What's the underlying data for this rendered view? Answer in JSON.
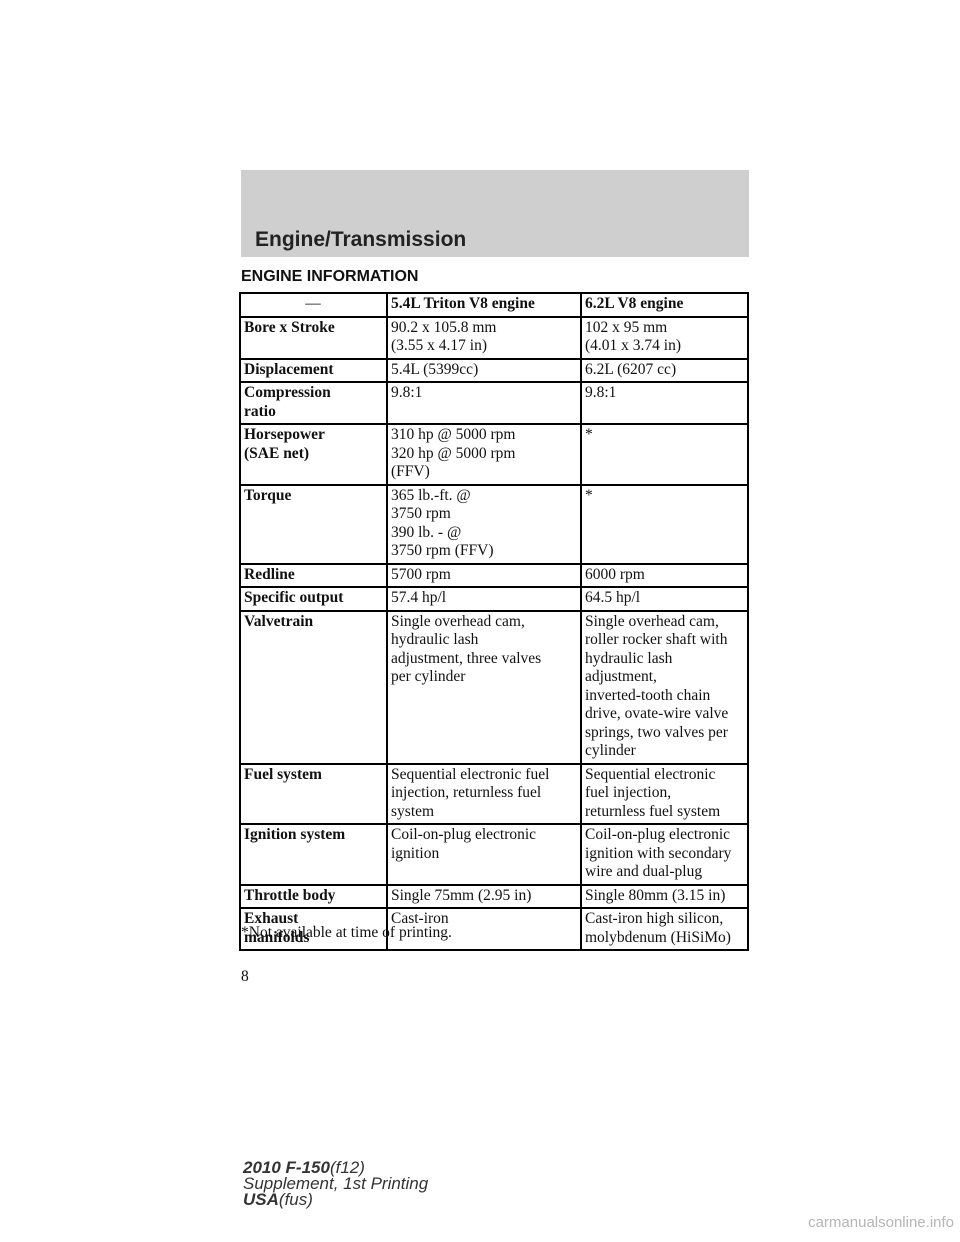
{
  "header": {
    "title": "Engine/Transmission"
  },
  "section_title": "ENGINE INFORMATION",
  "table": {
    "columns": [
      "—",
      "5.4L Triton V8 engine",
      "6.2L V8 engine"
    ],
    "rows": [
      {
        "label": "Bore x Stroke",
        "v1": "90.2 x 105.8 mm\n(3.55 x 4.17 in)",
        "v2": "102 x 95 mm\n(4.01 x 3.74 in)"
      },
      {
        "label": "Displacement",
        "v1": "5.4L (5399cc)",
        "v2": "6.2L (6207 cc)"
      },
      {
        "label": "Compression\nratio",
        "v1": "9.8:1",
        "v2": "9.8:1"
      },
      {
        "label": "Horsepower\n(SAE net)",
        "v1": "310 hp @ 5000 rpm\n320 hp @ 5000 rpm\n(FFV)",
        "v2": "*"
      },
      {
        "label": "Torque",
        "v1": "365 lb.-ft. @\n3750 rpm\n390 lb. - @\n3750 rpm (FFV)",
        "v2": "*"
      },
      {
        "label": "Redline",
        "v1": "5700 rpm",
        "v2": "6000 rpm"
      },
      {
        "label": "Specific output",
        "v1": "57.4 hp/l",
        "v2": "64.5 hp/l"
      },
      {
        "label": "Valvetrain",
        "v1": "Single overhead cam,\nhydraulic lash\nadjustment, three valves\nper cylinder",
        "v2": "Single overhead cam,\nroller rocker shaft with\nhydraulic lash\nadjustment,\ninverted-tooth chain\ndrive, ovate-wire valve\nsprings, two valves per\ncylinder"
      },
      {
        "label": "Fuel system",
        "v1": "Sequential electronic fuel\ninjection, returnless fuel\nsystem",
        "v2": "Sequential electronic\nfuel injection,\nreturnless fuel system"
      },
      {
        "label": "Ignition system",
        "v1": "Coil-on-plug electronic\nignition",
        "v2": "Coil-on-plug electronic\nignition with secondary\nwire and dual-plug"
      },
      {
        "label": "Throttle body",
        "v1": "Single 75mm (2.95 in)",
        "v2": "Single 80mm (3.15 in)"
      },
      {
        "label": "Exhaust\nmanifolds",
        "v1": "Cast-iron",
        "v2": "Cast-iron high silicon,\nmolybdenum (HiSiMo)"
      }
    ]
  },
  "footnote": "*Not available at time of printing.",
  "page_number": "8",
  "footer": {
    "line1_bold": "2010 F-150",
    "line1_code": "(f12)",
    "line2": "Supplement, 1st Printing",
    "line3_bold": "USA",
    "line3_code": "(fus)"
  },
  "watermark": "carmanualsonline.info"
}
